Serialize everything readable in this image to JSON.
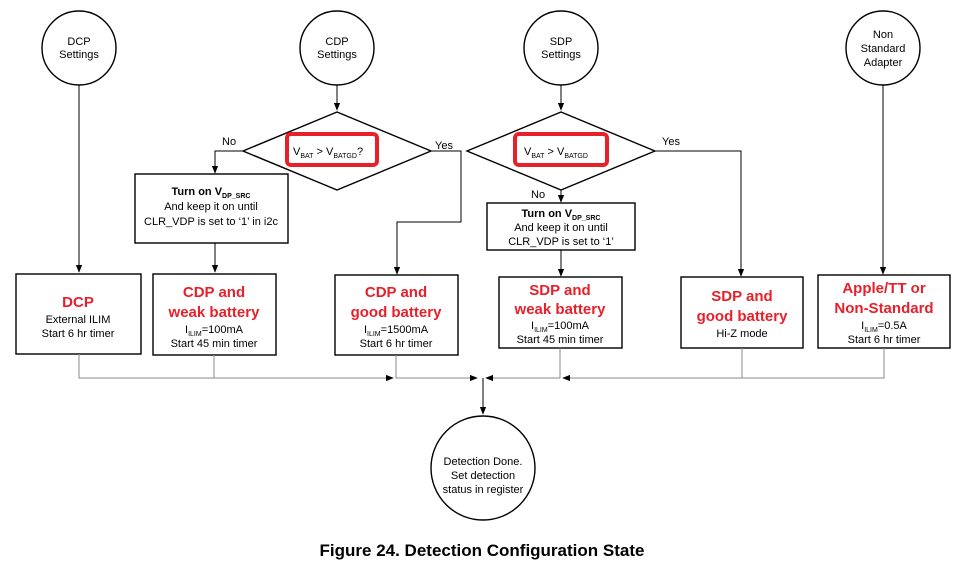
{
  "circles": {
    "dcp": [
      "DCP",
      "Settings"
    ],
    "cdp": [
      "CDP",
      "Settings"
    ],
    "sdp": [
      "SDP",
      "Settings"
    ],
    "nonstd": [
      "Non",
      "Standard",
      "Adapter"
    ],
    "done": [
      "Detection Done.",
      "Set detection",
      "status in register"
    ]
  },
  "decision_left": {
    "sym": "V",
    "sub1": "BAT",
    "op": " > V",
    "sub2": "BATGD",
    "tail": "?"
  },
  "decision_right": {
    "sym": "V",
    "sub1": "BAT",
    "op": " > V",
    "sub2": "BATGD",
    "tail": ""
  },
  "labels": {
    "no": "No",
    "yes": "Yes"
  },
  "vdp_left": {
    "line1_pre": "Turn on V",
    "line1_sub": "DP_SRC",
    "line2": "And keep it on until",
    "line3": "CLR_VDP is set to ‘1’ in i2c"
  },
  "vdp_right": {
    "line1_pre": "Turn on V",
    "line1_sub": "DP_SRC",
    "line2": "And keep it on until",
    "line3": "CLR_VDP is set to ‘1’"
  },
  "results": {
    "dcp": {
      "title": [
        "DCP"
      ],
      "lines": [
        "External ILIM",
        "Start 6 hr timer"
      ]
    },
    "cdp_weak": {
      "title": [
        "CDP and",
        "weak battery"
      ],
      "ilim_pre": "I",
      "ilim_sub": "ILIM",
      "ilim_val": "=100mA",
      "line": "Start 45 min timer"
    },
    "cdp_good": {
      "title": [
        "CDP and",
        "good battery"
      ],
      "ilim_pre": "I",
      "ilim_sub": "ILIM",
      "ilim_val": "=1500mA",
      "line": "Start 6 hr timer"
    },
    "sdp_weak": {
      "title": [
        "SDP and",
        "weak battery"
      ],
      "ilim_pre": "I",
      "ilim_sub": "ILIM",
      "ilim_val": "=100mA",
      "line": "Start 45 min timer"
    },
    "sdp_good": {
      "title": [
        "SDP and",
        "good battery"
      ],
      "line": "Hi-Z mode"
    },
    "nonstd": {
      "title": [
        "Apple/TT or",
        "Non-Standard"
      ],
      "ilim_pre": "I",
      "ilim_sub": "ILIM",
      "ilim_val": "=0.5A",
      "line": "Start 6 hr timer"
    }
  },
  "caption": "Figure 24.  Detection Configuration State",
  "colors": {
    "accent_red": "#e8202a",
    "line": "#000000",
    "bus_line": "#888888"
  }
}
